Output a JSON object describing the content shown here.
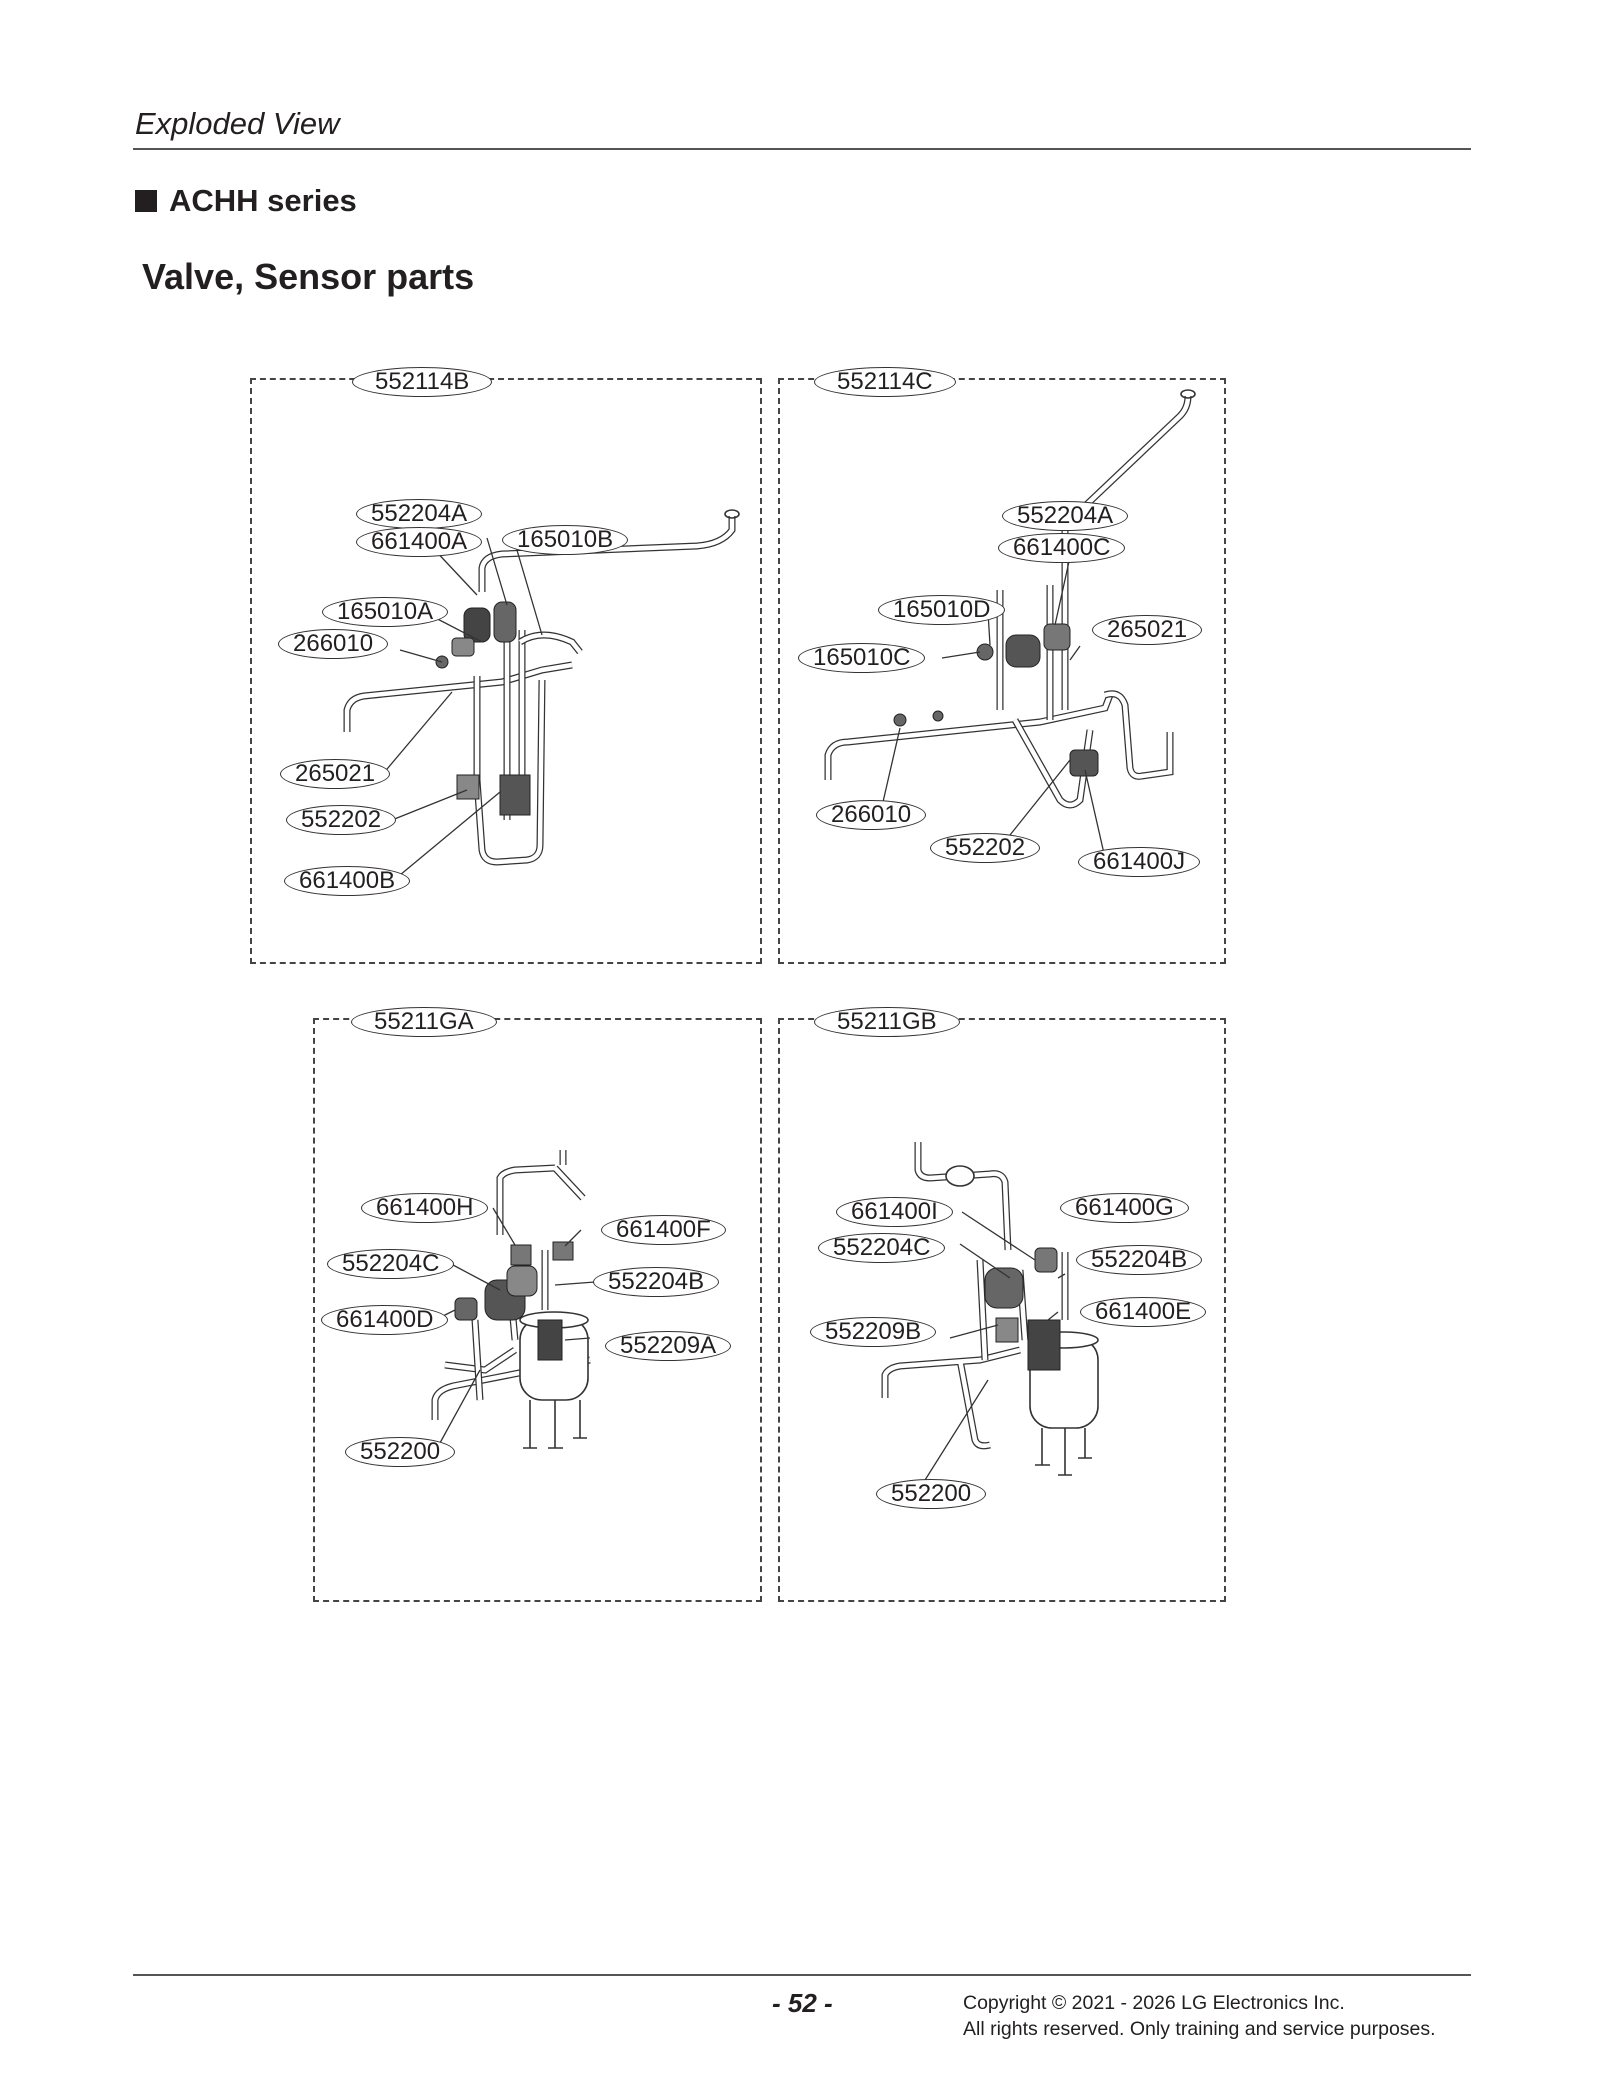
{
  "header": {
    "title": "Exploded View"
  },
  "series": {
    "label": "ACHH series"
  },
  "section": {
    "title": "Valve, Sensor parts"
  },
  "panels": [
    {
      "code": "552114B",
      "labels": [
        "552204A",
        "661400A",
        "165010B",
        "165010A",
        "266010",
        "265021",
        "552202",
        "661400B"
      ]
    },
    {
      "code": "552114C",
      "labels": [
        "552204A",
        "661400C",
        "165010D",
        "265021",
        "165010C",
        "266010",
        "552202",
        "661400J"
      ]
    },
    {
      "code": "55211GA",
      "labels": [
        "661400H",
        "661400F",
        "552204C",
        "552204B",
        "661400D",
        "552209A",
        "552200"
      ]
    },
    {
      "code": "55211GB",
      "labels": [
        "661400I",
        "661400G",
        "552204C",
        "552204B",
        "661400E",
        "552209B",
        "552200"
      ]
    }
  ],
  "footer": {
    "page_number": "- 52 -",
    "copyright_line1": "Copyright © 2021 - 2026 LG Electronics Inc.",
    "copyright_line2": "All rights reserved. Only training and service purposes."
  }
}
